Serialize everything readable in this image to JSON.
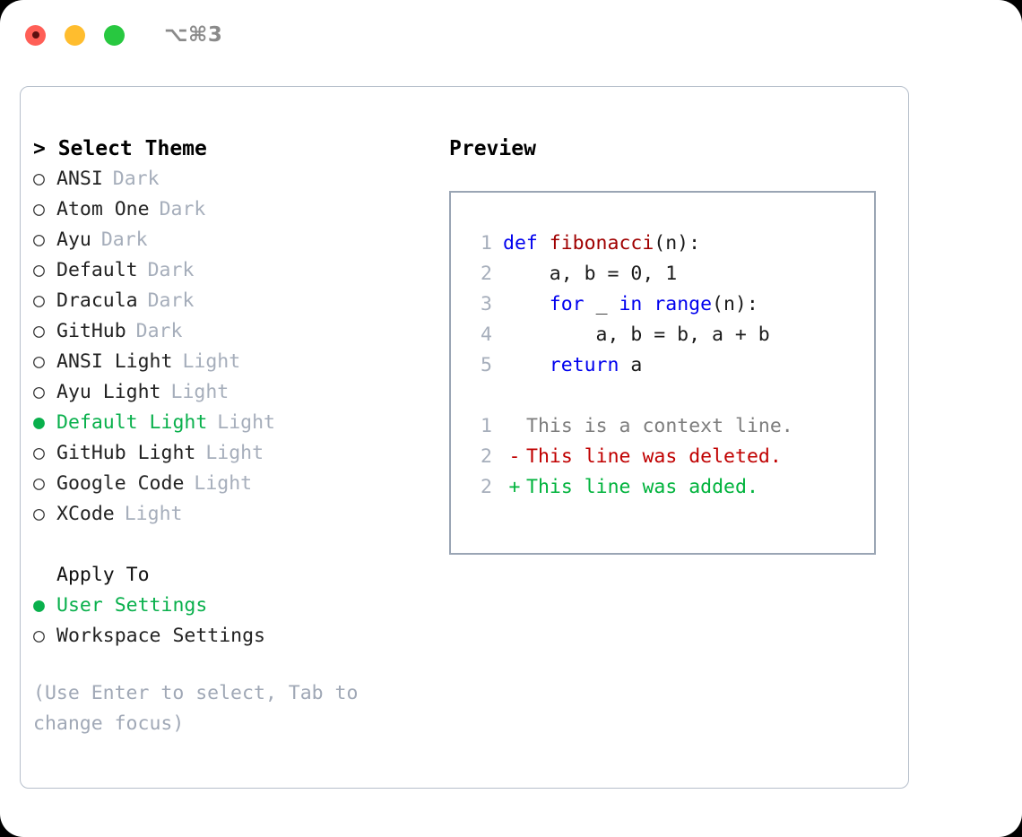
{
  "window": {
    "shortcut": "⌥⌘3",
    "traffic_lights": [
      {
        "name": "close",
        "color": "#ff5f57"
      },
      {
        "name": "minimize",
        "color": "#ffbd2e"
      },
      {
        "name": "maximize",
        "color": "#28c840"
      }
    ]
  },
  "theme_picker": {
    "prompt": "> Select Theme",
    "marker_selected": "●",
    "marker_unselected": "○",
    "selected_color": "#09b04c",
    "tag_color": "#a6aebb",
    "items": [
      {
        "label": "ANSI",
        "tag": "Dark",
        "selected": false
      },
      {
        "label": "Atom One",
        "tag": "Dark",
        "selected": false
      },
      {
        "label": "Ayu",
        "tag": "Dark",
        "selected": false
      },
      {
        "label": "Default",
        "tag": "Dark",
        "selected": false
      },
      {
        "label": "Dracula",
        "tag": "Dark",
        "selected": false
      },
      {
        "label": "GitHub",
        "tag": "Dark",
        "selected": false
      },
      {
        "label": "ANSI Light",
        "tag": "Light",
        "selected": false
      },
      {
        "label": "Ayu Light",
        "tag": "Light",
        "selected": false
      },
      {
        "label": "Default Light",
        "tag": "Light",
        "selected": true
      },
      {
        "label": "GitHub Light",
        "tag": "Light",
        "selected": false
      },
      {
        "label": "Google Code",
        "tag": "Light",
        "selected": false
      },
      {
        "label": "XCode",
        "tag": "Light",
        "selected": false
      }
    ]
  },
  "apply_to": {
    "heading": "Apply To",
    "items": [
      {
        "label": "User Settings",
        "selected": true
      },
      {
        "label": "Workspace Settings",
        "selected": false
      }
    ]
  },
  "help": {
    "text": "(Use Enter to select, Tab to change focus)"
  },
  "preview": {
    "heading": "Preview",
    "code": [
      {
        "lineno": "1",
        "tokens": [
          {
            "text": "def ",
            "kind": "kw"
          },
          {
            "text": "fibonacci",
            "kind": "fn"
          },
          {
            "text": "(n):",
            "kind": "plain"
          }
        ]
      },
      {
        "lineno": "2",
        "tokens": [
          {
            "text": "    a, b = 0, 1",
            "kind": "plain"
          }
        ]
      },
      {
        "lineno": "3",
        "tokens": [
          {
            "text": "    ",
            "kind": "plain"
          },
          {
            "text": "for",
            "kind": "kw"
          },
          {
            "text": " _ ",
            "kind": "plain"
          },
          {
            "text": "in",
            "kind": "kw"
          },
          {
            "text": " ",
            "kind": "plain"
          },
          {
            "text": "range",
            "kind": "kw"
          },
          {
            "text": "(n):",
            "kind": "plain"
          }
        ]
      },
      {
        "lineno": "4",
        "tokens": [
          {
            "text": "        a, b = b, a + b",
            "kind": "plain"
          }
        ]
      },
      {
        "lineno": "5",
        "tokens": [
          {
            "text": "    ",
            "kind": "plain"
          },
          {
            "text": "return",
            "kind": "kw"
          },
          {
            "text": " a",
            "kind": "plain"
          }
        ]
      }
    ],
    "diff": [
      {
        "lineno": "1",
        "mark": "",
        "text": "This is a context line.",
        "kind": "context"
      },
      {
        "lineno": "2",
        "mark": "-",
        "text": "This line was deleted.",
        "kind": "deleted"
      },
      {
        "lineno": "2",
        "mark": "+",
        "text": "This line was added.",
        "kind": "added"
      }
    ]
  }
}
